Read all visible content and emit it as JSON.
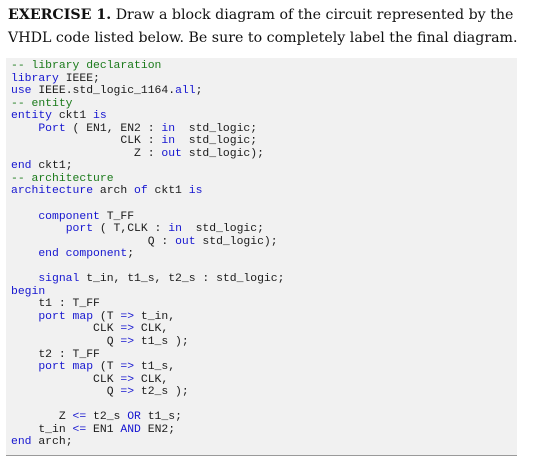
{
  "exercise": {
    "title": "EXERCISE 1.",
    "instruction": "Draw a block diagram of the circuit represented by the VHDL code listed below. Be sure to completely label the final diagram."
  },
  "code": {
    "lines": [
      [
        [
          "cm",
          "-- library declaration"
        ]
      ],
      [
        [
          "kw",
          "library"
        ],
        [
          "tx",
          " IEEE;"
        ]
      ],
      [
        [
          "kw",
          "use"
        ],
        [
          "tx",
          " IEEE.std_logic_1164."
        ],
        [
          "kw",
          "all"
        ],
        [
          "tx",
          ";"
        ]
      ],
      [
        [
          "cm",
          "-- entity"
        ]
      ],
      [
        [
          "kw",
          "entity"
        ],
        [
          "tx",
          " ckt1 "
        ],
        [
          "kw",
          "is"
        ]
      ],
      [
        [
          "tx",
          "    "
        ],
        [
          "kw",
          "Port"
        ],
        [
          "tx",
          " ( EN1, EN2 : "
        ],
        [
          "kw",
          "in"
        ],
        [
          "tx",
          "  std_logic;"
        ]
      ],
      [
        [
          "tx",
          "                CLK : "
        ],
        [
          "kw",
          "in"
        ],
        [
          "tx",
          "  std_logic;"
        ]
      ],
      [
        [
          "tx",
          "                  Z : "
        ],
        [
          "kw",
          "out"
        ],
        [
          "tx",
          " std_logic);"
        ]
      ],
      [
        [
          "kw",
          "end"
        ],
        [
          "tx",
          " ckt1;"
        ]
      ],
      [
        [
          "cm",
          "-- architecture"
        ]
      ],
      [
        [
          "kw",
          "architecture"
        ],
        [
          "tx",
          " arch "
        ],
        [
          "kw",
          "of"
        ],
        [
          "tx",
          " ckt1 "
        ],
        [
          "kw",
          "is"
        ]
      ],
      [
        [
          "tx",
          ""
        ]
      ],
      [
        [
          "tx",
          "    "
        ],
        [
          "kw",
          "component"
        ],
        [
          "tx",
          " T_FF"
        ]
      ],
      [
        [
          "tx",
          "        "
        ],
        [
          "kw",
          "port"
        ],
        [
          "tx",
          " ( T,CLK : "
        ],
        [
          "kw",
          "in"
        ],
        [
          "tx",
          "  std_logic;"
        ]
      ],
      [
        [
          "tx",
          "                    Q : "
        ],
        [
          "kw",
          "out"
        ],
        [
          "tx",
          " std_logic);"
        ]
      ],
      [
        [
          "tx",
          "    "
        ],
        [
          "kw",
          "end component"
        ],
        [
          "tx",
          ";"
        ]
      ],
      [
        [
          "tx",
          ""
        ]
      ],
      [
        [
          "tx",
          "    "
        ],
        [
          "kw",
          "signal"
        ],
        [
          "tx",
          " t_in, t1_s, t2_s : std_logic;"
        ]
      ],
      [
        [
          "kw",
          "begin"
        ]
      ],
      [
        [
          "tx",
          "    t1 : T_FF"
        ]
      ],
      [
        [
          "tx",
          "    "
        ],
        [
          "kw",
          "port map"
        ],
        [
          "tx",
          " (T "
        ],
        [
          "kw",
          "=>"
        ],
        [
          "tx",
          " t_in,"
        ]
      ],
      [
        [
          "tx",
          "            CLK "
        ],
        [
          "kw",
          "=>"
        ],
        [
          "tx",
          " CLK,"
        ]
      ],
      [
        [
          "tx",
          "              Q "
        ],
        [
          "kw",
          "=>"
        ],
        [
          "tx",
          " t1_s );"
        ]
      ],
      [
        [
          "tx",
          "    t2 : T_FF"
        ]
      ],
      [
        [
          "tx",
          "    "
        ],
        [
          "kw",
          "port map"
        ],
        [
          "tx",
          " (T "
        ],
        [
          "kw",
          "=>"
        ],
        [
          "tx",
          " t1_s,"
        ]
      ],
      [
        [
          "tx",
          "            CLK "
        ],
        [
          "kw",
          "=>"
        ],
        [
          "tx",
          " CLK,"
        ]
      ],
      [
        [
          "tx",
          "              Q "
        ],
        [
          "kw",
          "=>"
        ],
        [
          "tx",
          " t2_s );"
        ]
      ],
      [
        [
          "tx",
          ""
        ]
      ],
      [
        [
          "tx",
          "       Z "
        ],
        [
          "kw",
          "<="
        ],
        [
          "tx",
          " t2_s "
        ],
        [
          "kw",
          "OR"
        ],
        [
          "tx",
          " t1_s;"
        ]
      ],
      [
        [
          "tx",
          "    t_in "
        ],
        [
          "kw",
          "<="
        ],
        [
          "tx",
          " EN1 "
        ],
        [
          "kw",
          "AND"
        ],
        [
          "tx",
          " EN2;"
        ]
      ],
      [
        [
          "kw",
          "end"
        ],
        [
          "tx",
          " arch;"
        ]
      ]
    ]
  },
  "colors": {
    "keyword": "#1515d0",
    "comment": "#1a7a1a",
    "text": "#1a1a1a",
    "code_background": "#f1f1f1"
  }
}
